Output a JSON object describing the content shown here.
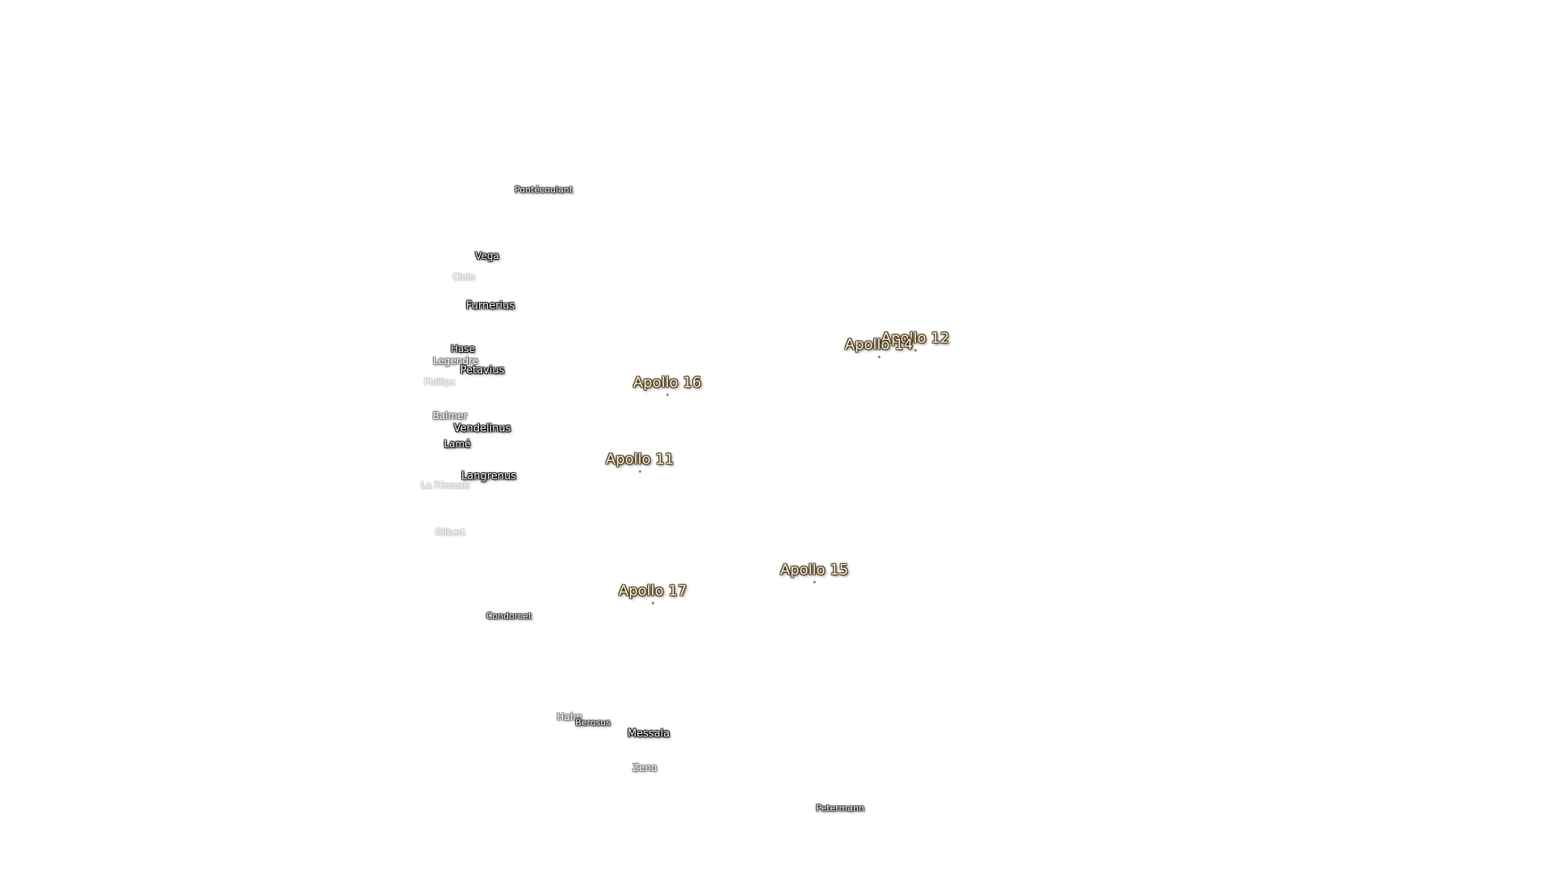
{
  "craters": [
    {
      "name": "Pontécoulant",
      "key": "pontecoulant"
    },
    {
      "name": "Vega",
      "key": "vega"
    },
    {
      "name": "Clein",
      "key": "clein"
    },
    {
      "name": "Furnerius",
      "key": "furnerius"
    },
    {
      "name": "Hase",
      "key": "hase"
    },
    {
      "name": "Legendre",
      "key": "legendre"
    },
    {
      "name": "Petavius",
      "key": "petavius"
    },
    {
      "name": "Phillips",
      "key": "phillips"
    },
    {
      "name": "Balmer",
      "key": "balmer"
    },
    {
      "name": "Vendelinus",
      "key": "vendelinus"
    },
    {
      "name": "Lamé",
      "key": "lame"
    },
    {
      "name": "Langrenus",
      "key": "langrenus"
    },
    {
      "name": "La Pérouse",
      "key": "la-perouse"
    },
    {
      "name": "Gilbert",
      "key": "gilbert"
    },
    {
      "name": "Condorcet",
      "key": "condorcet"
    },
    {
      "name": "Hahn",
      "key": "hahn"
    },
    {
      "name": "Berosus",
      "key": "berosus"
    },
    {
      "name": "Messala",
      "key": "messala"
    },
    {
      "name": "Zeno",
      "key": "zeno"
    },
    {
      "name": "Petermann",
      "key": "petermann"
    }
  ],
  "landing_sites": [
    {
      "name": "Apollo 12",
      "key": "apollo-12"
    },
    {
      "name": "Apollo 14",
      "key": "apollo-14"
    },
    {
      "name": "Apollo 16",
      "key": "apollo-16"
    },
    {
      "name": "Apollo 11",
      "key": "apollo-11"
    },
    {
      "name": "Apollo 15",
      "key": "apollo-15"
    },
    {
      "name": "Apollo 17",
      "key": "apollo-17"
    }
  ],
  "colors": {
    "background": "#ffffff",
    "crater_label": "#ffffff",
    "site_label": "#fff6df",
    "site_marker": "#8a7550"
  }
}
